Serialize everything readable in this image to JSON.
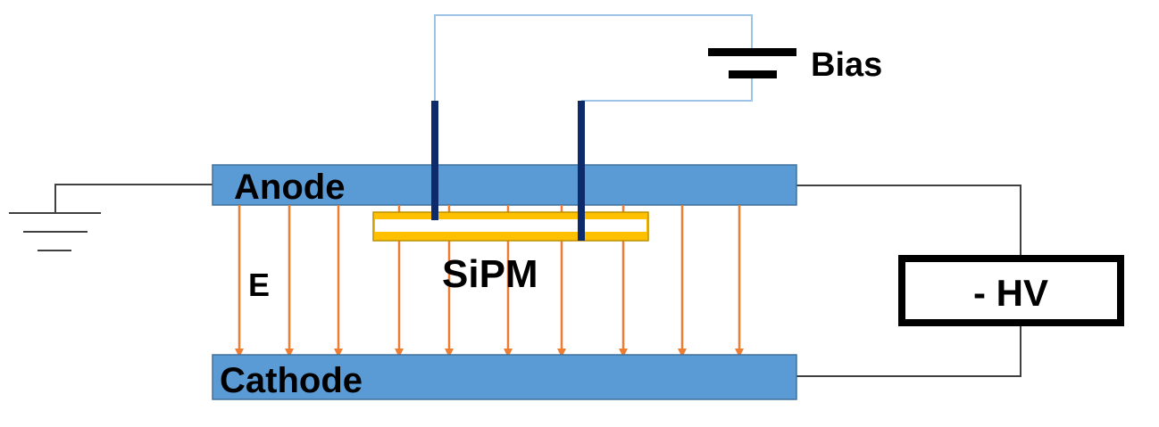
{
  "labels": {
    "anode": "Anode",
    "cathode": "Cathode",
    "sipm": "SiPM",
    "field": "E",
    "bias": "Bias",
    "hv": "- HV"
  },
  "colors": {
    "electrode": "#5b9bd5",
    "electrode_edge": "#41719c",
    "field_arrow": "#ed7d31",
    "sipm_fill": "#ffc000",
    "sipm_edge": "#bf9000",
    "bias_wire": "#9dc3e6",
    "lead": "#0d2a6b",
    "wire": "#404040",
    "text": "#000000"
  },
  "components": {
    "field_arrow_count": 10,
    "ground_symbol": "ground-icon",
    "battery_symbol": "battery-icon"
  }
}
